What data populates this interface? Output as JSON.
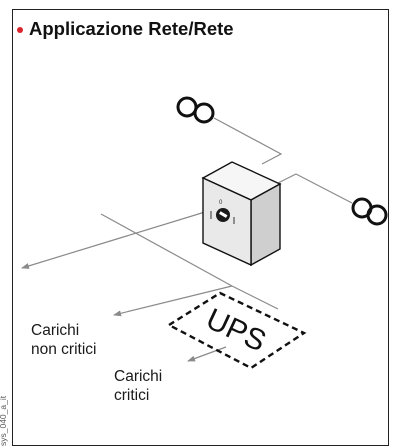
{
  "title": "Applicazione Rete/Rete",
  "side_code": "sys_040_a_it",
  "labels": {
    "non_critical_line1": "Carichi",
    "non_critical_line2": "non critici",
    "critical_line1": "Carichi",
    "critical_line2": "critici",
    "ups": "UPS",
    "switch_mark": "0"
  },
  "colors": {
    "bullet": "#d9232e",
    "line": "#8a8a8a",
    "box_front": "#e9e9e9",
    "box_side": "#cfcfcf",
    "box_top": "#f6f6f6"
  }
}
